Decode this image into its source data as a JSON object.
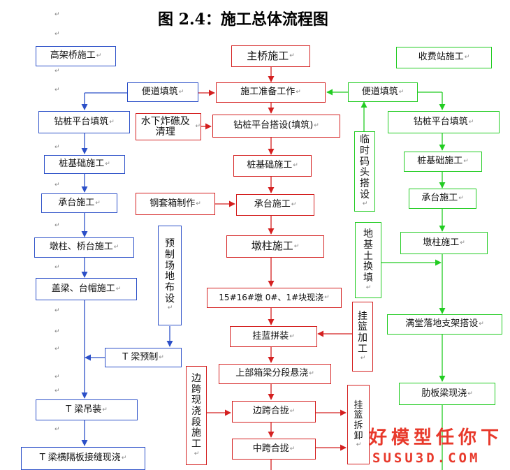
{
  "title": "图 2.4：施工总体流程图",
  "paragraph_mark": "↵",
  "columns": {
    "left": [
      "高架桥施工",
      "便道填筑",
      "钻桩平台填筑",
      "桩基础施工",
      "承台施工",
      "墩柱、桥台施工",
      "盖梁、台帽施工",
      "预制场地布设",
      "T 梁预制",
      "T 梁吊装",
      "T 梁横隔板接缝现浇"
    ],
    "middle": [
      "主桥施工",
      "施工准备工作",
      "水下炸礁及清理",
      "钻桩平台搭设(填筑)",
      "桩基础施工",
      "钢套箱制作",
      "承台施工",
      "墩柱施工",
      "15#16#墩 0#、1#块现浇",
      "挂蓝拼装",
      "挂篮加工",
      "上部箱梁分段悬浇",
      "边跨现浇段施工",
      "边跨合拢",
      "中跨合拢",
      "挂篮拆卸"
    ],
    "right": [
      "收费站施工",
      "便道填筑",
      "临时码头搭设",
      "钻桩平台填筑",
      "桩基础施工",
      "承台施工",
      "地基土换填",
      "墩柱施工",
      "满堂落地支架搭设",
      "肋板梁现浇"
    ]
  },
  "watermark": {
    "line1": "好模型任你下",
    "line2": "SUSU3D.COM"
  },
  "colors": {
    "blue": "#2c50c8",
    "red": "#d42020",
    "green": "#22cc22",
    "watermark": "#e8392b"
  }
}
